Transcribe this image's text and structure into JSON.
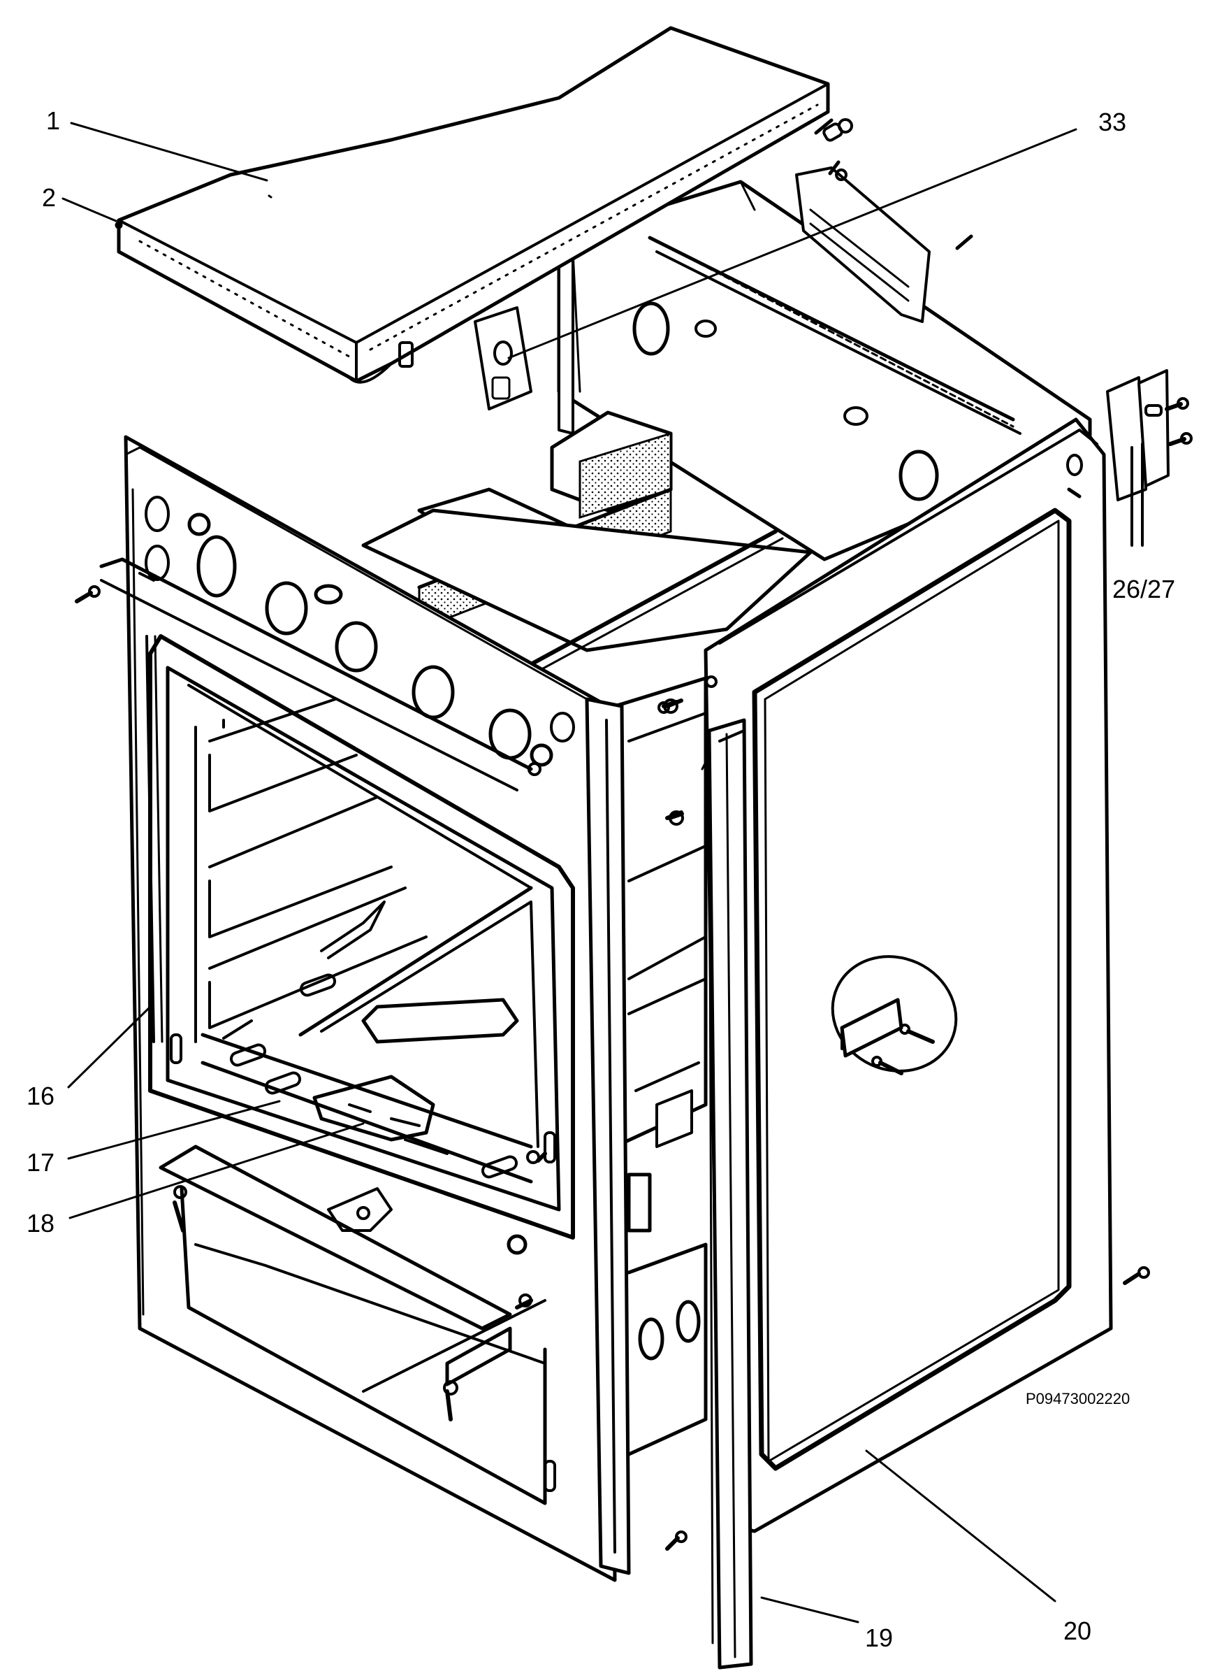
{
  "diagram": {
    "part_labels": [
      "1",
      "2",
      "33",
      "26/27",
      "16",
      "17",
      "18",
      "19",
      "20"
    ],
    "drawing_code": "P09473002220"
  },
  "colors": {
    "line": "#000000",
    "background": "#ffffff"
  }
}
